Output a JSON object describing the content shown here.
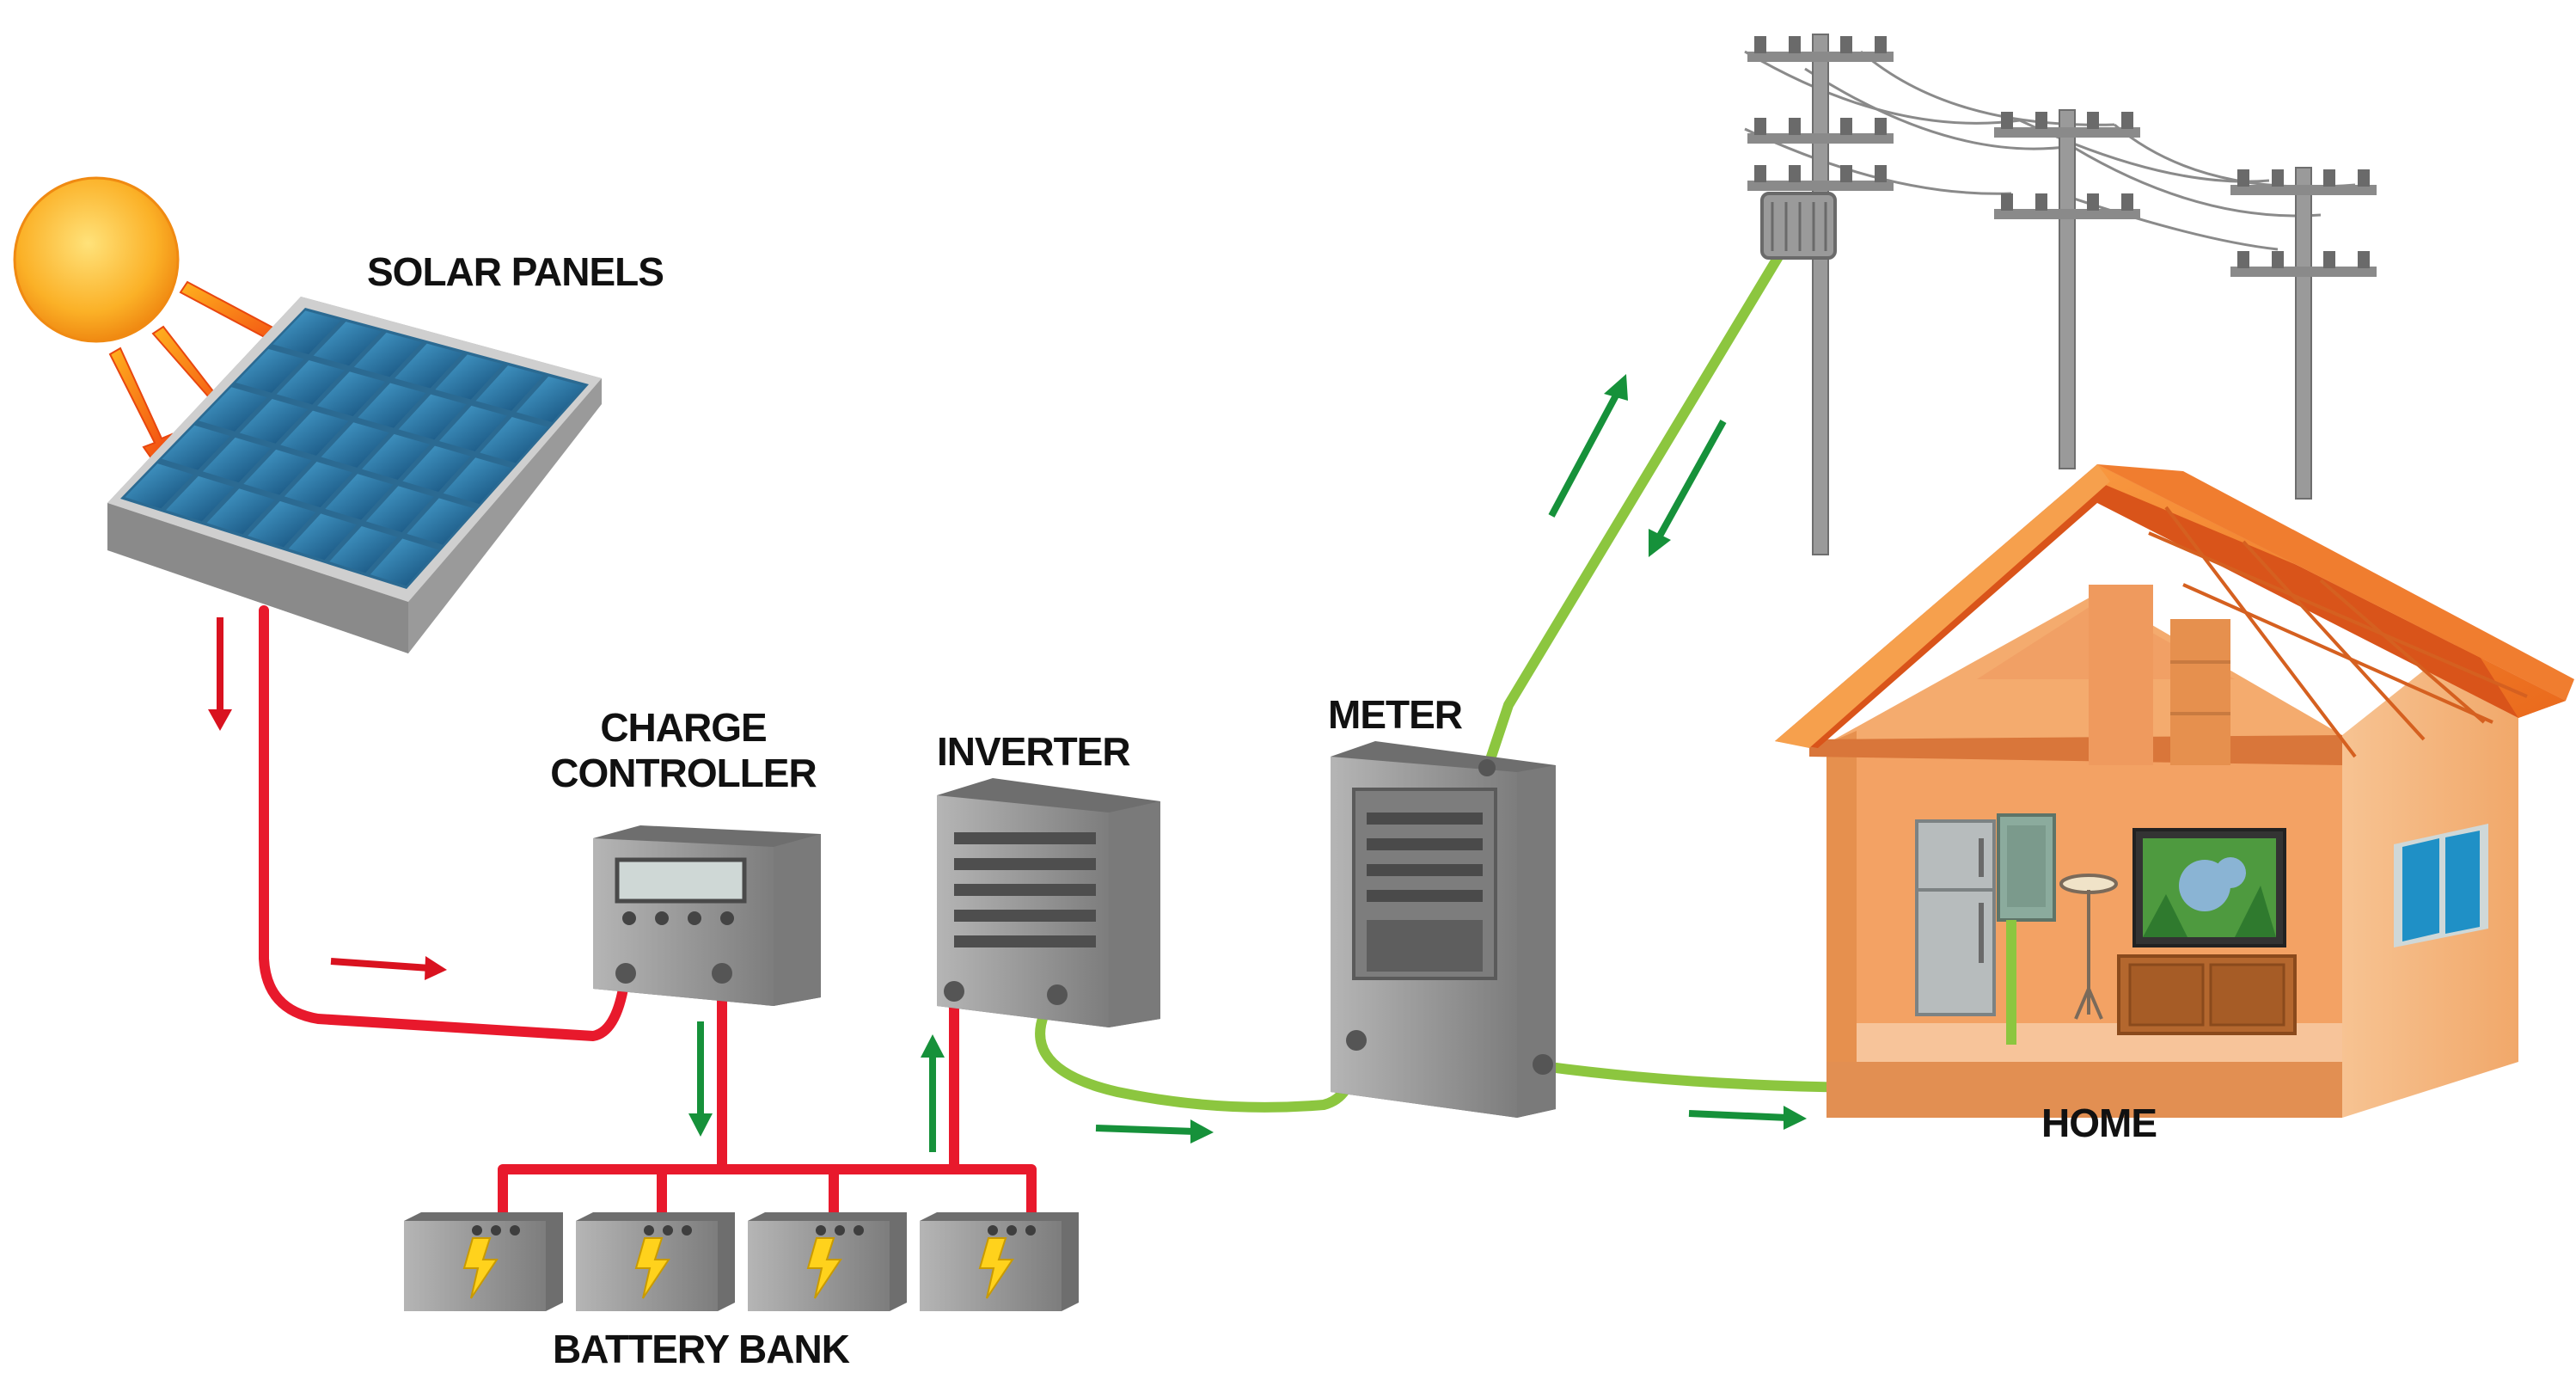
{
  "labels": {
    "solar_panels": "SOLAR PANELS",
    "charge_controller_line1": "CHARGE",
    "charge_controller_line2": "CONTROLLER",
    "inverter": "INVERTER",
    "meter": "METER",
    "battery_bank": "BATTERY BANK",
    "home": "HOME"
  },
  "colors": {
    "dc_wire": "#e8192c",
    "ac_wire": "#8cc63f",
    "flow_arrow_green": "#16913a",
    "flow_arrow_red": "#d9121f",
    "sun": "#f7a21b",
    "sun_ray": "#f25a12",
    "panel_cell": "#1f6f9e",
    "roof": "#f2782a",
    "house_wall": "#f5b27a",
    "device_gray": "#8e8e8e",
    "battery_bolt": "#ffd21c"
  },
  "icons": [
    "sun-icon",
    "solar-panel-icon",
    "charge-controller-icon",
    "inverter-icon",
    "meter-icon",
    "battery-icon",
    "power-pole-icon",
    "house-icon",
    "refrigerator-icon",
    "tv-icon",
    "lamp-icon"
  ]
}
